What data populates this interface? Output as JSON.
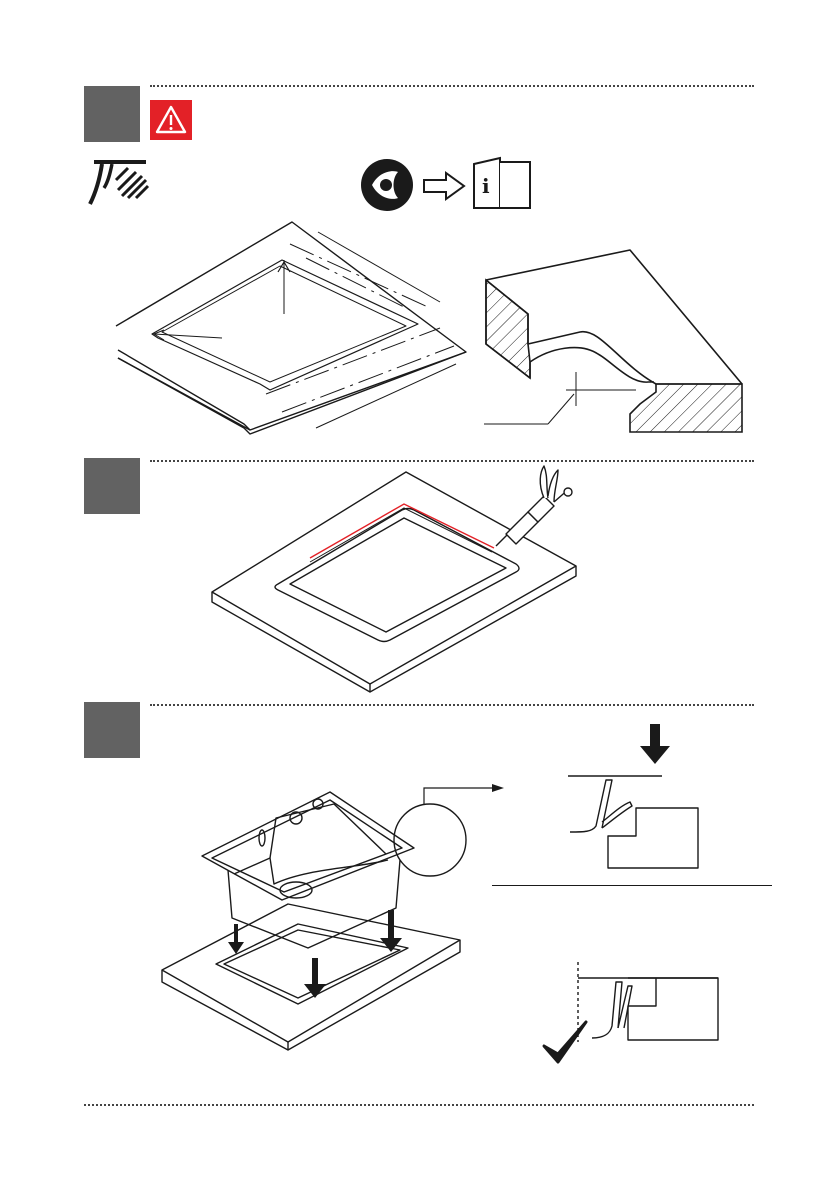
{
  "page": {
    "title": "",
    "colors": {
      "step_box": "#626262",
      "warning": "#e32127",
      "line": "#1a1a1a",
      "sealant": "#e32127"
    }
  },
  "steps": [
    {
      "id": 1,
      "icons": [
        "warning-icon",
        "hot-surface-icon",
        "eye-icon",
        "arrow-right-icon",
        "instruction-manual-icon"
      ]
    },
    {
      "id": 2,
      "icons": [
        "sealant-gun-icon"
      ]
    },
    {
      "id": 3,
      "icons": [
        "arrow-down-icon",
        "checkmark-icon"
      ]
    }
  ],
  "manual_icon_letter": "i"
}
